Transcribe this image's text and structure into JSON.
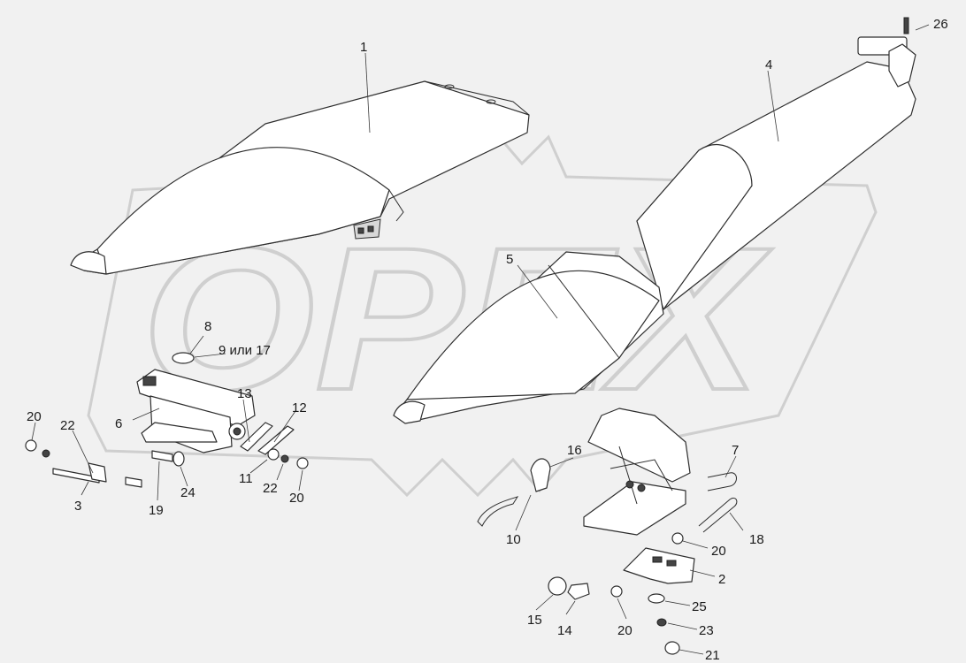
{
  "watermark": {
    "text": "OPEX"
  },
  "callouts": {
    "c1": "1",
    "c2": "2",
    "c3": "3",
    "c4": "4",
    "c5": "5",
    "c6": "6",
    "c7": "7",
    "c8": "8",
    "c9_17": "9 или 17",
    "c10": "10",
    "c11": "11",
    "c12": "12",
    "c13": "13",
    "c14": "14",
    "c15": "15",
    "c16": "16",
    "c18": "18",
    "c19": "19",
    "c20a": "20",
    "c20b": "20",
    "c20c": "20",
    "c20d": "20",
    "c21": "21",
    "c22a": "22",
    "c22b": "22",
    "c23": "23",
    "c24": "24",
    "c25": "25",
    "c26": "26"
  }
}
